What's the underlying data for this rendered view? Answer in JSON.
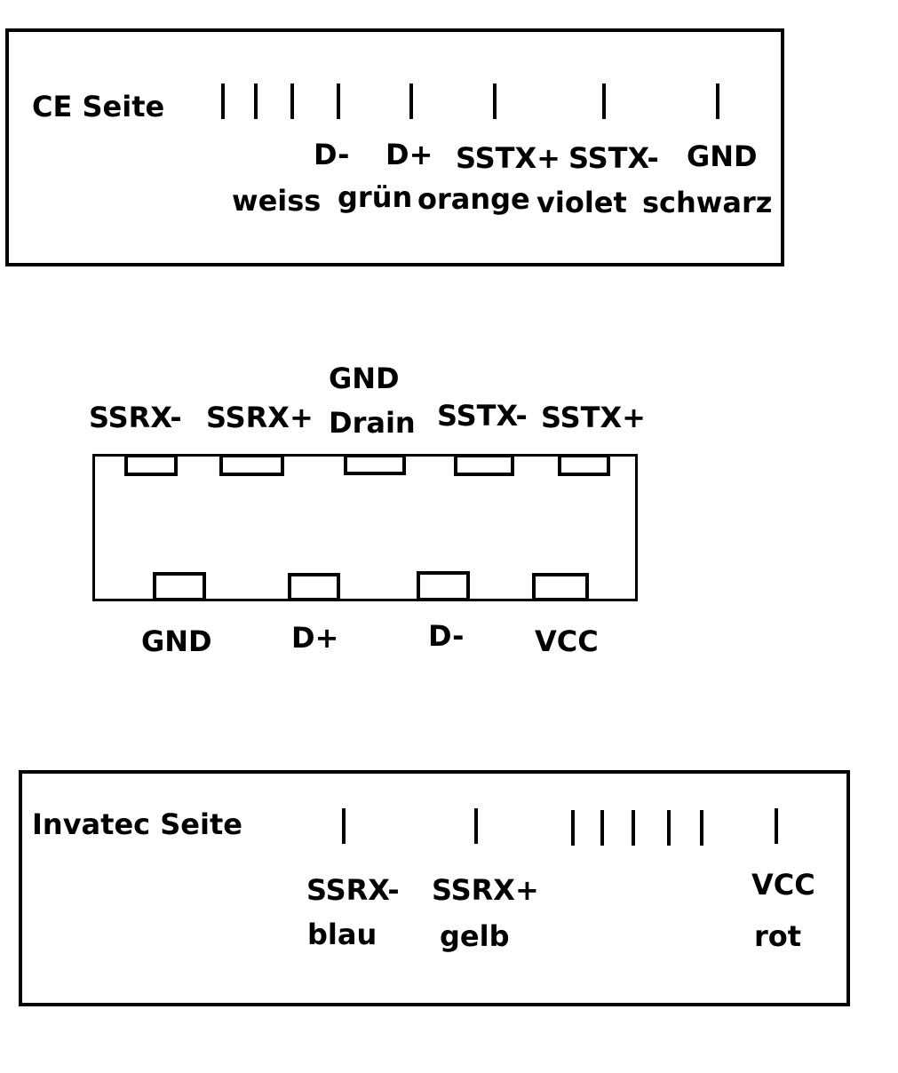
{
  "ce_side": {
    "title": "CE Seite",
    "signals": [
      "D-",
      "D+",
      "SSTX+",
      "SSTX-",
      "GND"
    ],
    "colors": [
      "weiss",
      "grün",
      "orange",
      "violet",
      "schwarz"
    ]
  },
  "connector": {
    "top_labels": [
      "SSRX-",
      "SSRX+",
      "GND",
      "Drain",
      "SSTX-",
      "SSTX+"
    ],
    "bottom_labels": [
      "GND",
      "D+",
      "D-",
      "VCC"
    ]
  },
  "invatec_side": {
    "title": "Invatec Seite",
    "signals": [
      "SSRX-",
      "SSRX+",
      "VCC"
    ],
    "colors": [
      "blau",
      "gelb",
      "rot"
    ]
  }
}
